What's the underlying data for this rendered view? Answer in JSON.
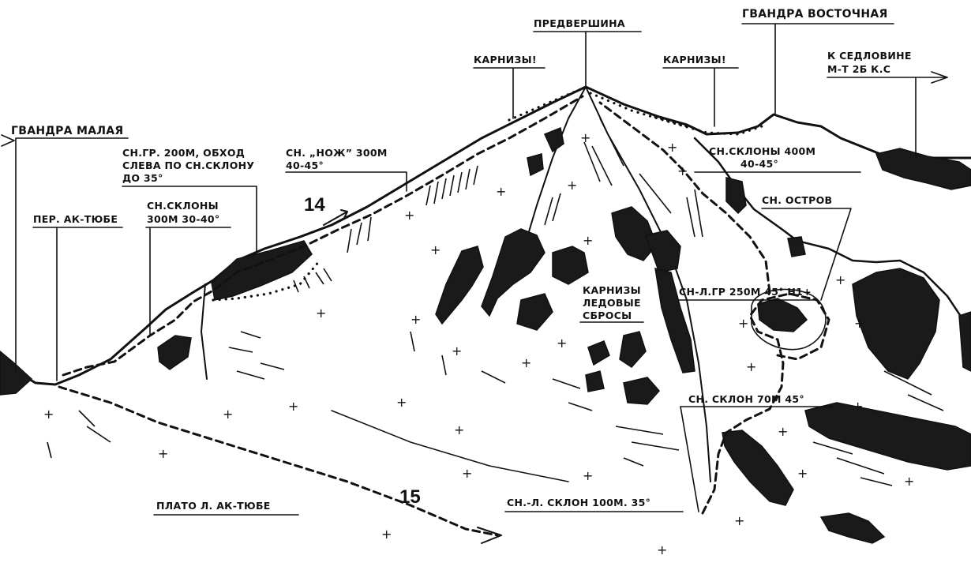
{
  "labels": {
    "gvandra_malaya": "ГВАНДРА МАЛАЯ",
    "per_ak_tyube": "ПЕР. АК-ТЮБЕ",
    "sn_gr_line1": "СН.ГР. 200М, ОБХОД",
    "sn_gr_line2": "СЛЕВА ПО СН.СКЛОНУ",
    "sn_gr_line3": "ДО 35°",
    "sn_sklony_300_line1": "СН.СКЛОНЫ",
    "sn_sklony_300_line2": "300М 30-40°",
    "nozh_line1": "СН. „НОЖ” 300М",
    "nozh_line2": "40-45°",
    "karnizy_left": "КАРНИЗЫ!",
    "predvershina": "ПРЕДВЕРШИНА",
    "karnizy_right": "КАРНИЗЫ!",
    "gvandra_vostochnaya": "ГВАНДРА ВОСТОЧНАЯ",
    "k_sedlovine_line1": "К СЕДЛОВИНЕ",
    "k_sedlovine_line2": "М-Т 2Б К.С",
    "sn_sklony_400_line1": "СН.СКЛОНЫ 400М",
    "sn_sklony_400_line2": "40-45°",
    "sn_ostrov": "СН. ОСТРОВ",
    "karnizy_ledovye_line1": "КАРНИЗЫ",
    "karnizy_ledovye_line2": "ЛЕДОВЫЕ",
    "karnizy_ledovye_line3": "СБРОСЫ",
    "sn_l_gr": "СН-Л.ГР 250М 45° Н1+",
    "sn_sklon_70": "СН. СКЛОН 70М 45°",
    "plato": "ПЛАТО Л. АК-ТЮБЕ",
    "sn_l_sklon_100": "СН.-Л. СКЛОН 100М. 35°",
    "route_14": "14",
    "route_15": "15",
    "plus": "+"
  }
}
